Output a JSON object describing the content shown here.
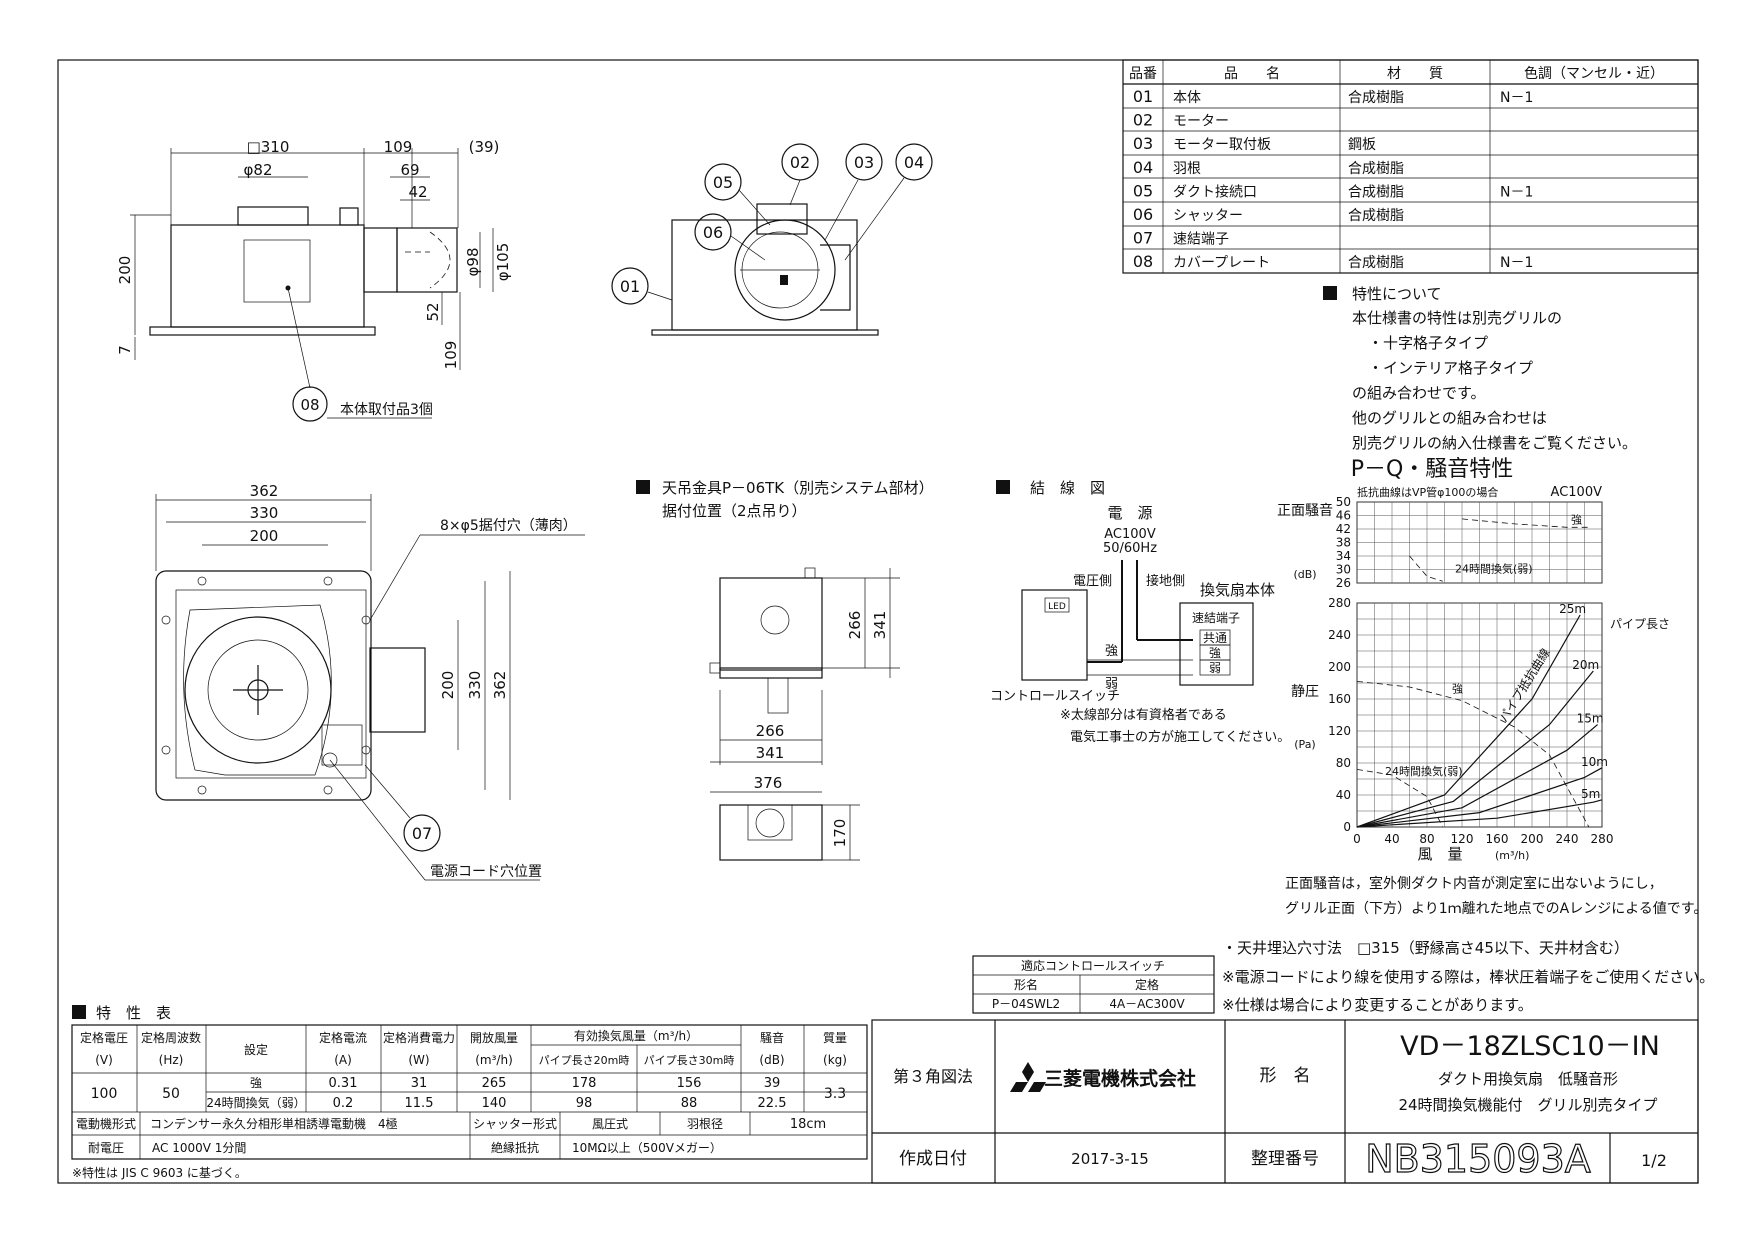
{
  "parts_table": {
    "headers": [
      "品番",
      "品　　名",
      "材　　質",
      "色調（マンセル・近）"
    ],
    "rows": [
      [
        "01",
        "本体",
        "合成樹脂",
        "N－1"
      ],
      [
        "02",
        "モーター",
        "",
        ""
      ],
      [
        "03",
        "モーター取付板",
        "鋼板",
        ""
      ],
      [
        "04",
        "羽根",
        "合成樹脂",
        ""
      ],
      [
        "05",
        "ダクト接続口",
        "合成樹脂",
        "N－1"
      ],
      [
        "06",
        "シャッター",
        "合成樹脂",
        ""
      ],
      [
        "07",
        "速結端子",
        "",
        ""
      ],
      [
        "08",
        "カバープレート",
        "合成樹脂",
        "N－1"
      ]
    ]
  },
  "characteristics_note": {
    "heading": "特性について",
    "lines": [
      "本仕様書の特性は別売グリルの",
      "・十字格子タイプ",
      "・インテリア格子タイプ",
      "の組み合わせです。",
      "他のグリルとの組み合わせは",
      "別売グリルの納入仕様書をご覧ください。"
    ]
  },
  "drawing": {
    "side_view": {
      "dim_310": "□310",
      "dim_109": "109",
      "dim_39": "(39)",
      "dim_82": "φ82",
      "dim_69": "69",
      "dim_42": "42",
      "dim_200": "200",
      "dim_7": "7",
      "dim_98": "φ98",
      "dim_105": "φ105",
      "dim_52": "52",
      "dim_109b": "109",
      "callout_08": "08",
      "note_08": "本体取付品3個"
    },
    "section_view": {
      "c05": "05",
      "c06": "06",
      "c01": "01",
      "c02": "02",
      "c03": "03",
      "c04": "04"
    },
    "plan_view": {
      "d362": "362",
      "d330": "330",
      "d200": "200",
      "d200v": "200",
      "d330v": "330",
      "d362v": "362",
      "holes": "8×φ5据付穴（薄肉）",
      "c07": "07",
      "cord": "電源コード穴位置"
    },
    "hanger": {
      "title": "天吊金具P－06TK（別売システム部材）",
      "sub": "据付位置（2点吊り）",
      "d266v": "266",
      "d341v": "341",
      "d266": "266",
      "d341": "341",
      "d376": "376",
      "d170": "170"
    },
    "wiring": {
      "title": "結　線　図",
      "source": "電　源",
      "ac": "AC100V",
      "hz": "50/60Hz",
      "live": "電圧側",
      "ground": "接地側",
      "unit": "換気扇本体",
      "terminal": "速結端子",
      "common": "共通",
      "strong": "強",
      "weak": "弱",
      "sw_strong": "強",
      "sw_weak": "弱",
      "led": "LED",
      "switch": "コントロールスイッチ",
      "note1": "※太線部分は有資格者である",
      "note2": "電気工事士の方が施工してください。"
    }
  },
  "chart_title": "P－Q・騒音特性",
  "chart_data": [
    {
      "type": "line",
      "title": "",
      "note_left": "抵抗曲線はVP管φ100の場合",
      "note_right": "AC100V",
      "ylabel": "正面騒音",
      "yunit": "(dB)",
      "ylim": [
        26,
        50
      ],
      "yticks": [
        26,
        30,
        34,
        38,
        42,
        46,
        50
      ],
      "xlim": [
        0,
        280
      ],
      "series": [
        {
          "name": "強",
          "x": [
            120,
            180,
            240,
            265
          ],
          "y": [
            45,
            43.5,
            42.5,
            42.5
          ]
        },
        {
          "name": "24時間換気(弱)",
          "x": [
            60,
            80,
            98
          ],
          "y": [
            34,
            28,
            26.5
          ]
        }
      ]
    },
    {
      "type": "line",
      "title": "",
      "xlabel": "風　量",
      "xunit": "(m³/h)",
      "ylabel": "静圧",
      "yunit": "(Pa)",
      "xlim": [
        0,
        280
      ],
      "ylim": [
        0,
        280
      ],
      "xticks": [
        0,
        40,
        80,
        120,
        160,
        200,
        240,
        280
      ],
      "yticks": [
        0,
        40,
        80,
        120,
        160,
        200,
        240,
        280
      ],
      "series": [
        {
          "name": "強",
          "x": [
            0,
            60,
            120,
            180,
            220,
            265
          ],
          "y": [
            182,
            175,
            158,
            125,
            90,
            0
          ]
        },
        {
          "name": "24時間換気(弱)",
          "x": [
            0,
            40,
            80,
            98
          ],
          "y": [
            72,
            65,
            38,
            0
          ]
        }
      ],
      "resistance_curves": {
        "label": "パイプ抵抗曲線",
        "length_label": "パイプ長さ",
        "curves": [
          {
            "name": "25m",
            "x": [
              0,
              100,
              200,
              255
            ],
            "y": [
              0,
              40,
              160,
              265
            ]
          },
          {
            "name": "20m",
            "x": [
              0,
              110,
              220,
              270
            ],
            "y": [
              0,
              32,
              128,
              195
            ]
          },
          {
            "name": "15m",
            "x": [
              0,
              120,
              240,
              275
            ],
            "y": [
              0,
              24,
              96,
              128
            ]
          },
          {
            "name": "10m",
            "x": [
              0,
              140,
              260,
              280
            ],
            "y": [
              0,
              18,
              62,
              74
            ]
          },
          {
            "name": "5m",
            "x": [
              0,
              160,
              270,
              280
            ],
            "y": [
              0,
              11,
              31,
              34
            ]
          }
        ]
      }
    }
  ],
  "chart_notes": [
    "正面騒音は，室外側ダクト内音が測定室に出ないようにし，",
    "グリル正面（下方）より1ｍ離れた地点でのAレンジによる値です。"
  ],
  "general_notes": [
    "・天井埋込穴寸法　□315（野縁高さ45以下、天井材含む）",
    "※電源コードにより線を使用する際は，棒状圧着端子をご使用ください。",
    "※仕様は場合により変更することがあります。"
  ],
  "switch_table": {
    "title": "適応コントロールスイッチ",
    "h_model": "形名",
    "h_rating": "定格",
    "model": "P－04SWL2",
    "rating": "4A－AC300V"
  },
  "spec_table": {
    "heading": "特　性　表",
    "h_voltage": "定格電圧",
    "u_voltage": "(V)",
    "h_freq": "定格周波数",
    "u_freq": "(Hz)",
    "h_setting": "設定",
    "h_current": "定格電流",
    "u_current": "(A)",
    "h_power": "定格消費電力",
    "u_power": "(W)",
    "h_open_flow": "開放風量",
    "u_open_flow": "(m³/h)",
    "h_eff_flow": "有効換気風量（m³/h）",
    "h_pipe20": "パイプ長さ20m時",
    "h_pipe30": "パイプ長さ30m時",
    "h_noise": "騒音",
    "u_noise": "(dB)",
    "h_mass": "質量",
    "u_mass": "(kg)",
    "voltage": "100",
    "freq": "50",
    "mass": "3.3",
    "rows": [
      {
        "setting": "強",
        "current": "0.31",
        "power": "31",
        "open_flow": "265",
        "pipe20": "178",
        "pipe30": "156",
        "noise": "39"
      },
      {
        "setting": "24時間換気（弱）",
        "current": "0.2",
        "power": "11.5",
        "open_flow": "140",
        "pipe20": "98",
        "pipe30": "88",
        "noise": "22.5"
      }
    ],
    "motor_label": "電動機形式",
    "motor": "コンデンサー永久分相形単相誘導電動機　4極",
    "shutter_label": "シャッター形式",
    "shutter": "風圧式",
    "blade_label": "羽根径",
    "blade": "18cm",
    "withstand_label": "耐電圧",
    "withstand": "AC 1000V 1分間",
    "insulation_label": "絶縁抵抗",
    "insulation": "10MΩ以上（500Vメガー）",
    "footnote": "※特性は JIS C 9603 に基づく。"
  },
  "title_block": {
    "projection": "第３角図法",
    "company": "三菱電機株式会社",
    "name_label": "形　名",
    "model": "VD－18ZLSC10－IN",
    "desc1": "ダクト用換気扇　低騒音形",
    "desc2": "24時間換気機能付　グリル別売タイプ",
    "date_label": "作成日付",
    "date": "2017-3-15",
    "number_label": "整理番号",
    "number": "NB315093A",
    "page": "1/2",
    "logo_color": "#111111"
  }
}
